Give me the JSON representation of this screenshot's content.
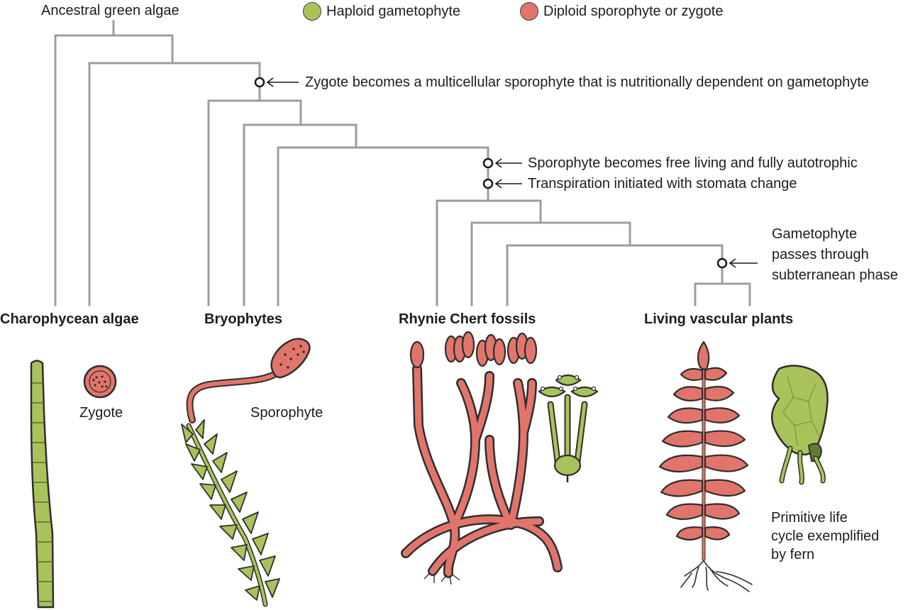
{
  "colors": {
    "haploid": "#a9c35a",
    "diploid": "#e2756b",
    "tree_line": "#9c9da1",
    "outline": "#2e2e2e",
    "text": "#1d1d1d"
  },
  "root_label": "Ancestral green algae",
  "legend": [
    {
      "label": "Haploid gametophyte",
      "color": "#a9c35a"
    },
    {
      "label": "Diploid sporophyte or zygote",
      "color": "#e2756b"
    }
  ],
  "events": [
    {
      "label": "Zygote becomes a multicellular sporophyte that is nutritionally dependent on gametophyte"
    },
    {
      "label": "Sporophyte becomes free living and fully autotrophic"
    },
    {
      "label": "Transpiration initiated with stomata change"
    },
    {
      "label_lines": [
        "Gametophyte",
        "passes through",
        "subterranean phase"
      ]
    }
  ],
  "groups": [
    {
      "name": "Charophycean algae"
    },
    {
      "name": "Bryophytes"
    },
    {
      "name": "Rhynie Chert fossils"
    },
    {
      "name": "Living vascular plants"
    }
  ],
  "illustration_labels": {
    "zygote": "Zygote",
    "sporophyte": "Sporophyte",
    "fern_lines": [
      "Primitive life",
      "cycle exemplified",
      "by fern"
    ]
  }
}
